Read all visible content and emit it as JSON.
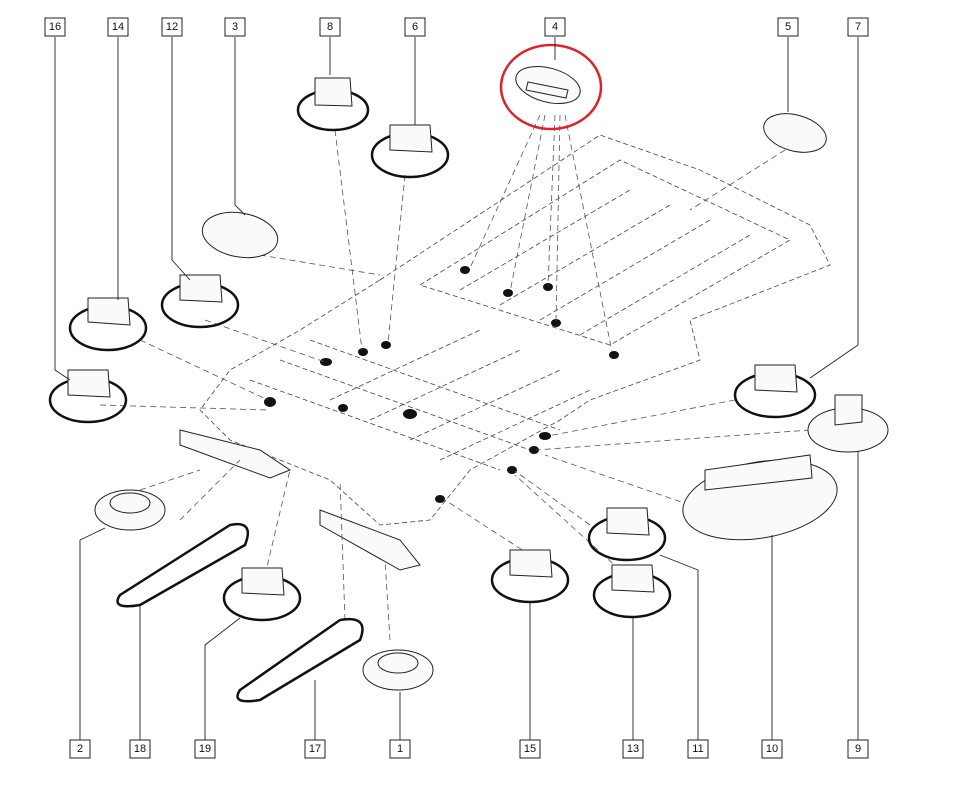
{
  "diagram": {
    "callouts_top": [
      {
        "id": "c16",
        "label": "16"
      },
      {
        "id": "c14",
        "label": "14"
      },
      {
        "id": "c12",
        "label": "12"
      },
      {
        "id": "c3",
        "label": "3"
      },
      {
        "id": "c8",
        "label": "8"
      },
      {
        "id": "c6",
        "label": "6"
      },
      {
        "id": "c4",
        "label": "4"
      },
      {
        "id": "c5",
        "label": "5"
      },
      {
        "id": "c7",
        "label": "7"
      }
    ],
    "callouts_bottom": [
      {
        "id": "c2",
        "label": "2"
      },
      {
        "id": "c18",
        "label": "18"
      },
      {
        "id": "c19",
        "label": "19"
      },
      {
        "id": "c17",
        "label": "17"
      },
      {
        "id": "c1",
        "label": "1"
      },
      {
        "id": "c15",
        "label": "15"
      },
      {
        "id": "c13",
        "label": "13"
      },
      {
        "id": "c11",
        "label": "11"
      },
      {
        "id": "c10",
        "label": "10"
      },
      {
        "id": "c9",
        "label": "9"
      }
    ],
    "highlight_color": "#d9232d"
  }
}
